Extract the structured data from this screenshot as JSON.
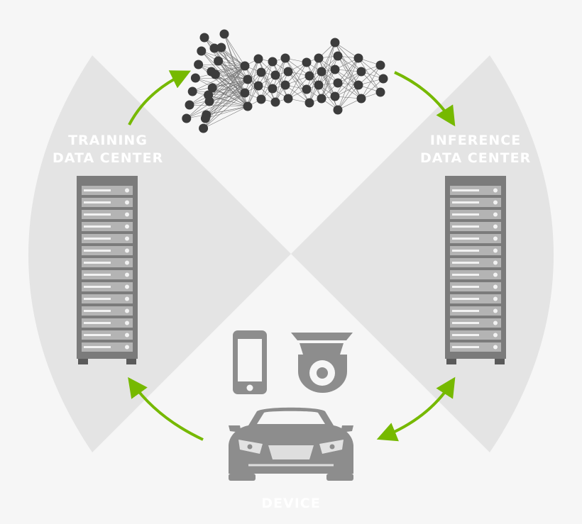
{
  "diagram": {
    "colors": {
      "background": "#f6f6f6",
      "panel": "#e4e4e4",
      "rack": "#7b7b7b",
      "device": "#8d8d8d",
      "node": "#3c3c3c",
      "arrow": "#76b900",
      "label": "#ffffff"
    },
    "labels": {
      "training_line1": "TRAINING",
      "training_line2": "DATA CENTER",
      "inference_line1": "INFERENCE",
      "inference_line2": "DATA CENTER",
      "device": "DEVICE"
    },
    "icons": [
      "server-rack-icon",
      "neural-network-icon",
      "smartphone-icon",
      "security-camera-icon",
      "car-icon",
      "arrow-icon"
    ]
  }
}
